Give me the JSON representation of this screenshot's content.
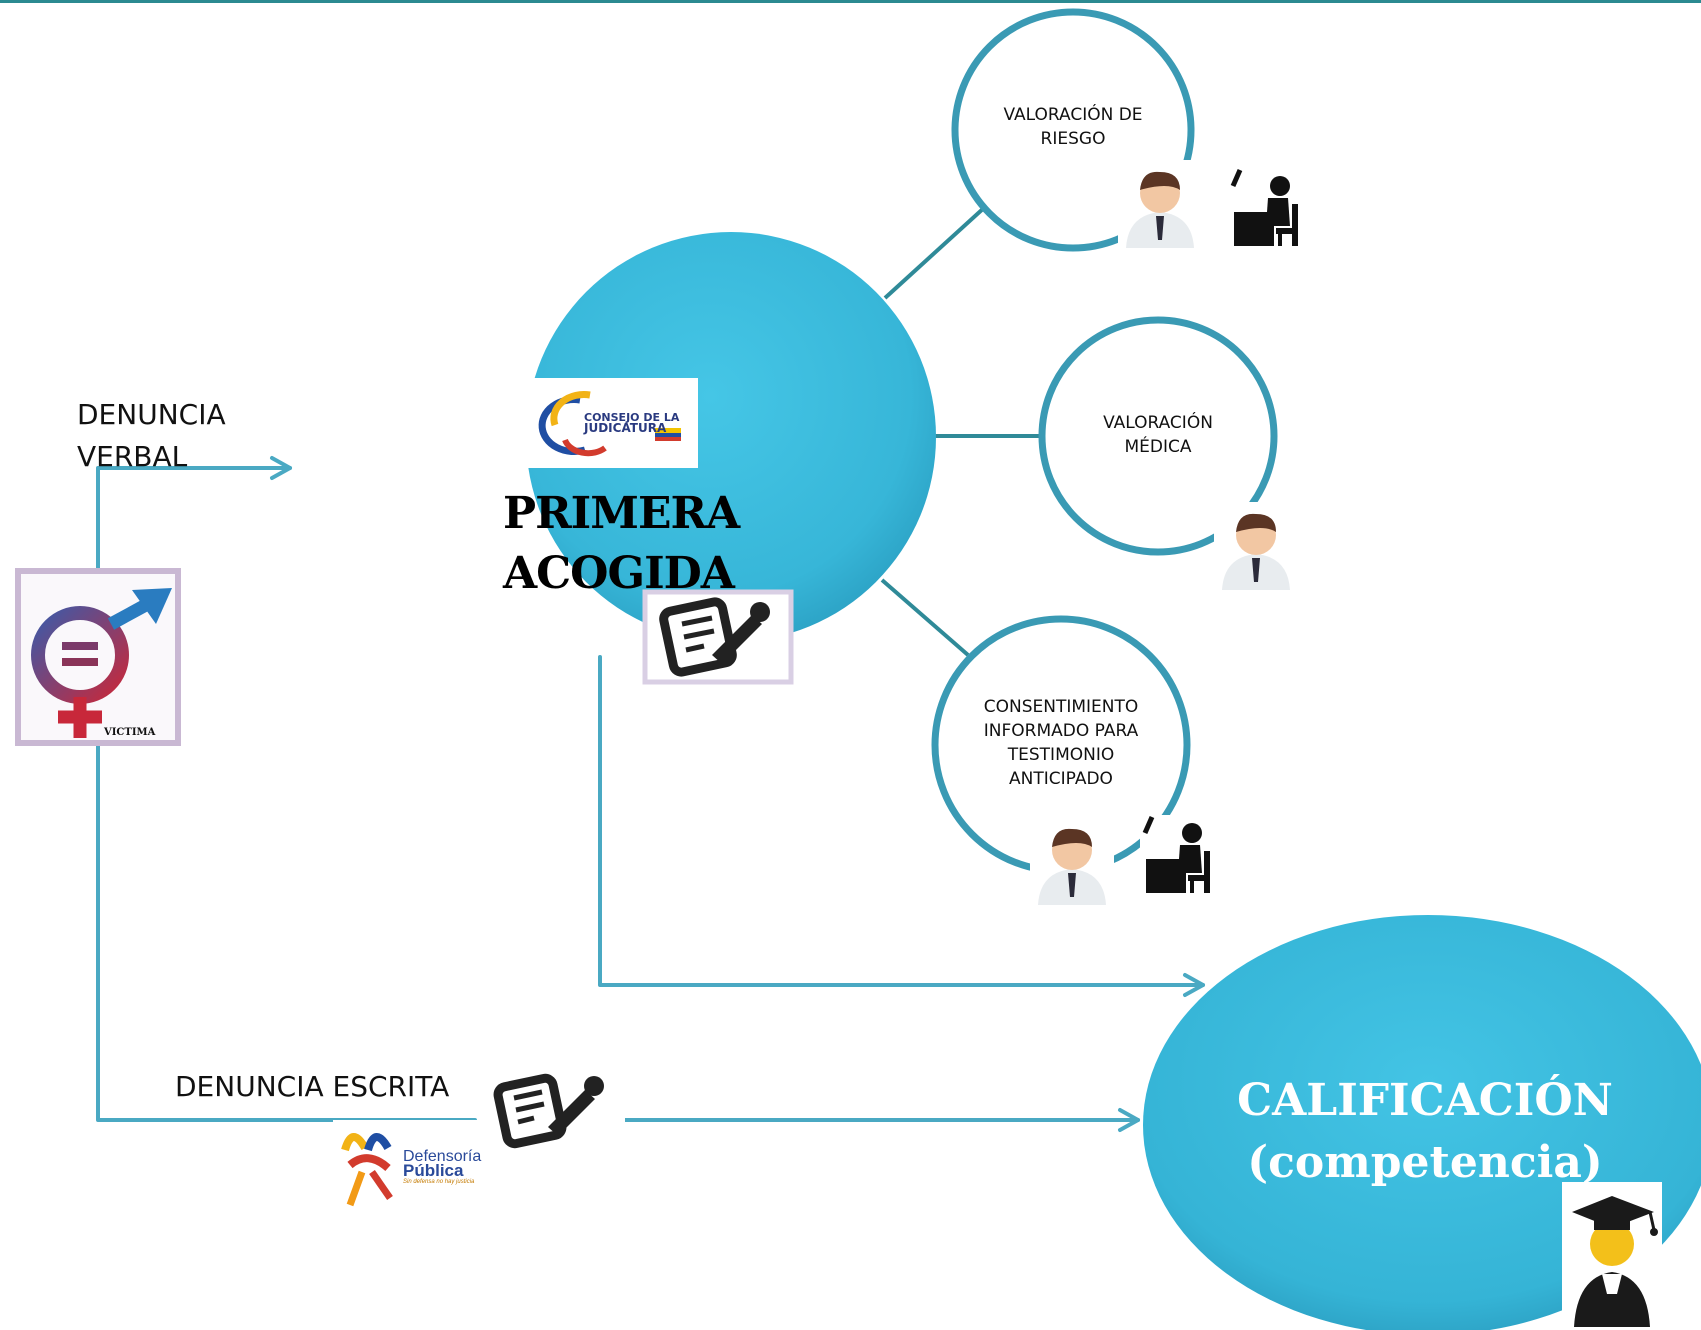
{
  "theme": {
    "accent": "#3dbfe0",
    "circle_stroke": "#3a9ab4",
    "connector": "#2f8a98",
    "arrow": "#4aa9c3",
    "female_symbol": "#b3293a",
    "male_symbol": "#2a7cc0"
  },
  "left": {
    "victim_icon": {
      "icon": "gender-equality-icon",
      "caption": "VICTIMA"
    },
    "verbal_label": [
      "DENUNCIA",
      "VERBAL"
    ],
    "written_label": "DENUNCIA ESCRITA",
    "defensoria_logo": {
      "line1": "Defensoría",
      "line2": "Pública",
      "tagline": "Sin defensa no hay justicia"
    }
  },
  "center": {
    "title_lines": [
      "PRIMERA",
      "ACOGIDA"
    ],
    "logo": {
      "line1": "CONSEJO DE LA",
      "line2": "JUDICATURA"
    },
    "icon": "document-pen-icon"
  },
  "satellites": [
    {
      "id": "riesgo",
      "lines": [
        "VALORACIÓN DE",
        "RIESGO"
      ],
      "icons": [
        "doctor-icon",
        "desk-worker-icon"
      ]
    },
    {
      "id": "medica",
      "lines": [
        "VALORACIÓN",
        "MÉDICA"
      ],
      "icons": [
        "doctor-icon"
      ]
    },
    {
      "id": "consentimiento",
      "lines": [
        "CONSENTIMIENTO",
        "INFORMADO PARA",
        "TESTIMONIO",
        "ANTICIPADO"
      ],
      "icons": [
        "doctor-icon",
        "desk-worker-icon"
      ]
    }
  ],
  "result": {
    "title_lines": [
      "CALIFICACIÓN",
      "(competencia)"
    ],
    "icon": "judge-graduate-icon"
  }
}
